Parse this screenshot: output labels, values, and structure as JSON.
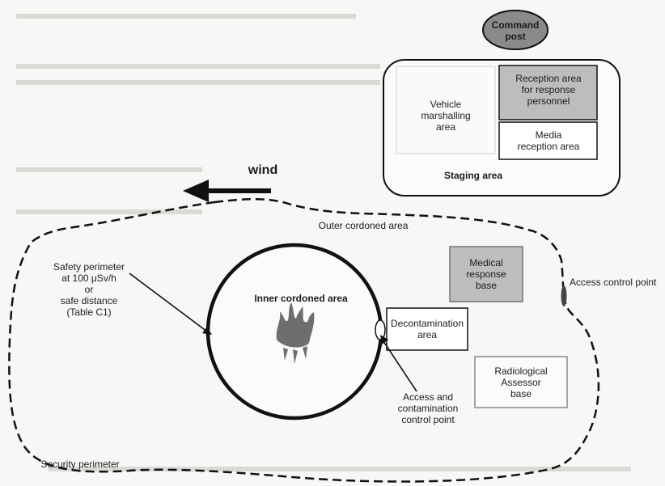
{
  "labels": {
    "command_post": "Command\npost",
    "vehicle_area": "Vehicle\nmarshalling\narea",
    "reception_area": "Reception area\nfor response\npersonnel",
    "media_area": "Media\nreception area",
    "staging_area": "Staging area",
    "wind": "wind",
    "outer_cordoned": "Outer cordoned area",
    "safety_perimeter": "Safety perimeter\nat 100 μSv/h\nor\nsafe distance\n(Table C1)",
    "inner_cordoned": "Inner cordoned area",
    "medical_base": "Medical\nresponse\nbase",
    "access_control_point": "Access control point",
    "decontamination_area": "Decontamination\narea",
    "radiological_base": "Radiological\nAssessor\nbase",
    "access_contamination_point": "Access and\ncontamination\ncontrol point",
    "security_perimeter": "Security perimeter"
  },
  "colors": {
    "line": "#111111",
    "command_fill": "#8a8a8a",
    "shaded_box": "#bdbdbd",
    "fire": "#6e6e6e"
  }
}
